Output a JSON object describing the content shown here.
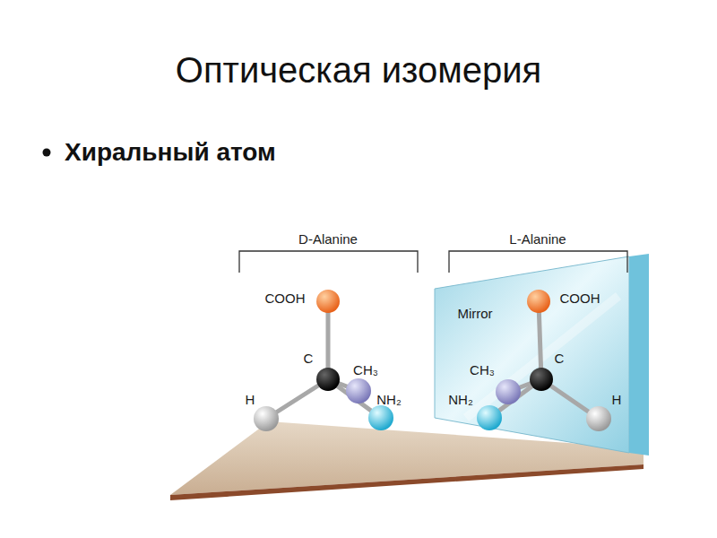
{
  "diagram": {
    "title": "Оптическая изомерия",
    "labels": [
      "Хиральный атом",
      "D-Alanine",
      "L-Alanine",
      "Mirror",
      "COOH",
      "C",
      "CH₃",
      "NH₂",
      "H",
      "COOH",
      "C",
      "CH₃",
      "NH₂",
      "H"
    ]
  }
}
